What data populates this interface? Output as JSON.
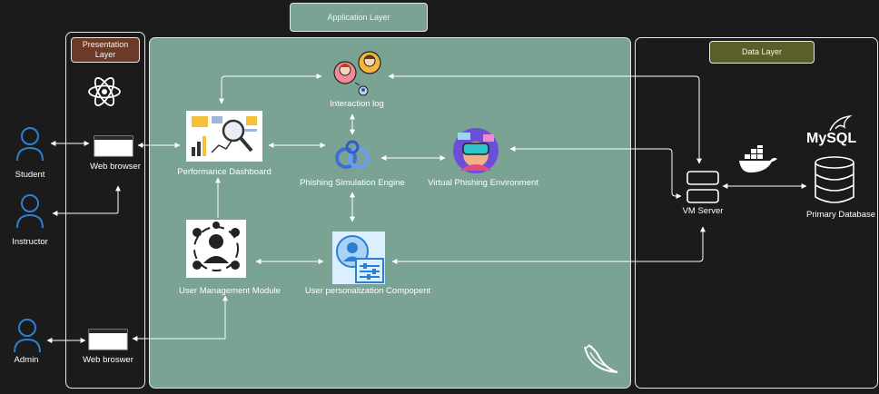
{
  "layers": {
    "presentation": "Presentation Layer",
    "application": "Application Layer",
    "data": "Data Layer"
  },
  "actors": {
    "student": "Student",
    "instructor": "Instructor",
    "admin": "Admin"
  },
  "browsers": {
    "top": "Web browser",
    "bottom": "Web broswer"
  },
  "components": {
    "interaction_log": "Interaction log",
    "performance_dashboard": "Performance Dashboard",
    "phishing_engine": "Phishing Simulation Engine",
    "virtual_env": "Virtual Phishing Environment",
    "user_management": "User Management Module",
    "personalization": "User personalization Compopent"
  },
  "data_layer": {
    "vm_server": "VM Server",
    "primary_db": "Primary Database",
    "mysql_logo": "MySQL"
  },
  "colors": {
    "background": "#1b1b1b",
    "app_panel": "#7aa393",
    "presentation_tag": "#6b3a28",
    "app_tag": "#7aa393",
    "data_tag": "#5a5e2a",
    "actor_icon": "#2f7fd0"
  },
  "icons": [
    "react-icon",
    "docker-icon",
    "mysql-icon",
    "flask-icon",
    "user-icon",
    "browser-window-icon",
    "database-icon",
    "server-icon"
  ]
}
